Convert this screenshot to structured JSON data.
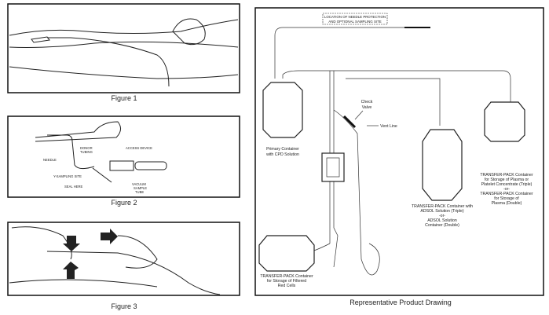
{
  "figures": {
    "fig1": {
      "caption": "Figure 1"
    },
    "fig2": {
      "caption": "Figure 2",
      "labels": {
        "needle": "NEEDLE",
        "donor_tubing_1": "DONOR",
        "donor_tubing_2": "TUBING",
        "access_device": "ACCESS DEVICE",
        "y_sampling": "Y-SAMPLING SITE",
        "seal_here": "SEAL HERE",
        "vacuum_1": "VACUUM",
        "vacuum_2": "SAMPLE",
        "vacuum_3": "TUBE"
      }
    },
    "fig3": {
      "caption": "Figure 3"
    }
  },
  "product_drawing": {
    "caption": "Representative Product Drawing",
    "needle_protection": [
      "LOCATION OF NEEDLE PROTECTION",
      "AND OPTIONAL SAMPLING SITE"
    ],
    "check_valve": [
      "Check",
      "Valve"
    ],
    "vent_line": "Vent Line",
    "primary": [
      "Primary Container",
      "with CPD Solution"
    ],
    "adsol": [
      "TRANSFER-PACK Container with",
      "ADSOL Solution (Triple)",
      "-or-",
      "ADSOL Solution",
      "Container (Double)"
    ],
    "plasma": [
      "TRANSFER-PACK Container",
      "for Storage of Plasma or",
      "Platelet Concentrate (Triple)",
      "-or-",
      "TRANSFER-PACK Container",
      "for Storage of",
      "Plasma (Double)"
    ],
    "red_cells": [
      "TRANSFER-PACK Container",
      "for Storage of Filtered",
      "Red Cells"
    ]
  }
}
